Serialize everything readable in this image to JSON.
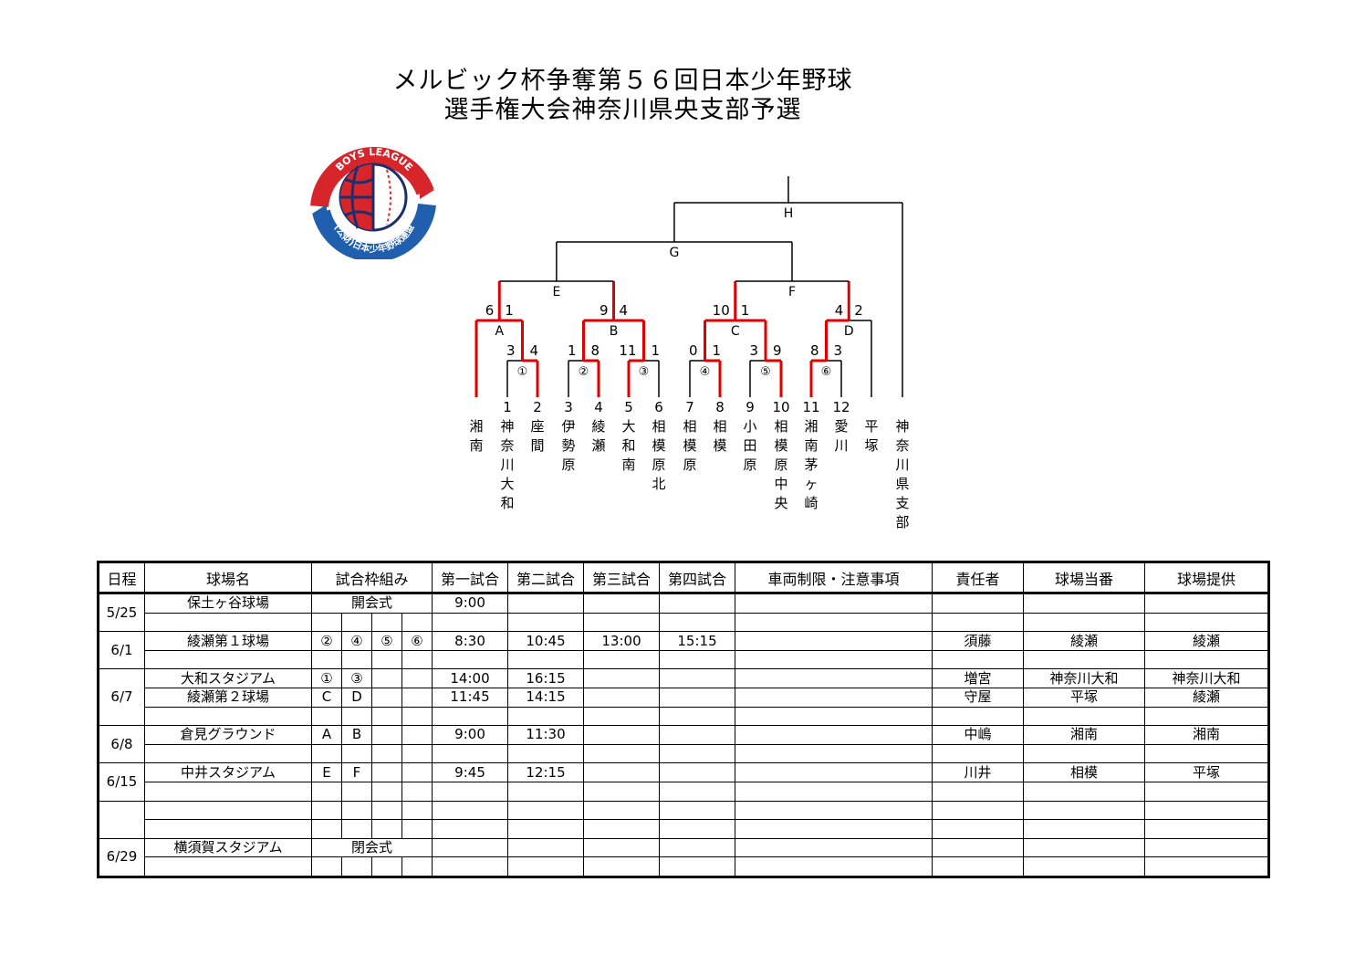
{
  "title": {
    "line1": "メルビック杯争奪第５６回日本少年野球",
    "line2": "選手権大会神奈川県央支部予選"
  },
  "logo": {
    "arc_text": "BOYS LEAGUE",
    "bottom_text": "(公財)日本少年野球連盟"
  },
  "bracket": {
    "teams": [
      {
        "seed": "",
        "name": "湘南"
      },
      {
        "seed": "1",
        "name": "神奈川大和"
      },
      {
        "seed": "2",
        "name": "座間"
      },
      {
        "seed": "3",
        "name": "伊勢原"
      },
      {
        "seed": "4",
        "name": "綾瀬"
      },
      {
        "seed": "5",
        "name": "大和南"
      },
      {
        "seed": "6",
        "name": "相模原北"
      },
      {
        "seed": "7",
        "name": "相模原"
      },
      {
        "seed": "8",
        "name": "相模"
      },
      {
        "seed": "9",
        "name": "小田原"
      },
      {
        "seed": "10",
        "name": "相模原中央"
      },
      {
        "seed": "11",
        "name": "湘南茅ヶ崎"
      },
      {
        "seed": "12",
        "name": "愛川"
      },
      {
        "seed": "",
        "name": "平塚"
      },
      {
        "seed": "",
        "name": "神奈川県支部"
      }
    ],
    "first_round": [
      {
        "label": "①",
        "score_left": "3",
        "score_right": "4"
      },
      {
        "label": "②",
        "score_left": "1",
        "score_right": "8"
      },
      {
        "label": "③",
        "score_left": "11",
        "score_right": "1"
      },
      {
        "label": "④",
        "score_left": "0",
        "score_right": "1"
      },
      {
        "label": "⑤",
        "score_left": "3",
        "score_right": "9"
      },
      {
        "label": "⑥",
        "score_left": "8",
        "score_right": "3"
      }
    ],
    "second_round": [
      {
        "label": "A",
        "score_left": "6",
        "score_right": "1"
      },
      {
        "label": "B",
        "score_left": "9",
        "score_right": "4"
      },
      {
        "label": "C",
        "score_left": "10",
        "score_right": "1"
      },
      {
        "label": "D",
        "score_left": "4",
        "score_right": "2"
      }
    ],
    "later_rounds": {
      "e": "E",
      "f": "F",
      "g": "G",
      "h": "H"
    }
  },
  "schedule": {
    "headers": [
      "日程",
      "球場名",
      "試合枠組み",
      "第一試合",
      "第二試合",
      "第三試合",
      "第四試合",
      "車両制限・注意事項",
      "責任者",
      "球場当番",
      "球場提供"
    ],
    "rows": [
      {
        "date": "5/25",
        "venue": "保土ヶ谷球場",
        "special": "開会式",
        "slots": [
          "",
          "",
          "",
          ""
        ],
        "games": [
          "9:00",
          "",
          "",
          ""
        ],
        "notes": "",
        "resp": "",
        "duty": "",
        "provider": ""
      },
      {
        "date": "",
        "venue": "",
        "special": "",
        "slots": [
          "",
          "",
          "",
          ""
        ],
        "games": [
          "",
          "",
          "",
          ""
        ],
        "notes": "",
        "resp": "",
        "duty": "",
        "provider": ""
      },
      {
        "date": "6/1",
        "venue": "綾瀬第１球場",
        "special": "",
        "slots": [
          "②",
          "④",
          "⑤",
          "⑥"
        ],
        "games": [
          "8:30",
          "10:45",
          "13:00",
          "15:15"
        ],
        "notes": "",
        "resp": "須藤",
        "duty": "綾瀬",
        "provider": "綾瀬"
      },
      {
        "date": "",
        "venue": "",
        "special": "",
        "slots": [
          "",
          "",
          "",
          ""
        ],
        "games": [
          "",
          "",
          "",
          ""
        ],
        "notes": "",
        "resp": "",
        "duty": "",
        "provider": ""
      },
      {
        "date": "6/7",
        "venue": "大和スタジアム",
        "special": "",
        "slots": [
          "①",
          "③",
          "",
          ""
        ],
        "games": [
          "14:00",
          "16:15",
          "",
          ""
        ],
        "notes": "",
        "resp": "増宮",
        "duty": "神奈川大和",
        "provider": "神奈川大和"
      },
      {
        "date": "",
        "venue": "綾瀬第２球場",
        "special": "",
        "slots": [
          "C",
          "D",
          "",
          ""
        ],
        "games": [
          "11:45",
          "14:15",
          "",
          ""
        ],
        "notes": "",
        "resp": "守屋",
        "duty": "平塚",
        "provider": "綾瀬"
      },
      {
        "date": "",
        "venue": "",
        "special": "",
        "slots": [
          "",
          "",
          "",
          ""
        ],
        "games": [
          "",
          "",
          "",
          ""
        ],
        "notes": "",
        "resp": "",
        "duty": "",
        "provider": ""
      },
      {
        "date": "6/8",
        "venue": "倉見グラウンド",
        "special": "",
        "slots": [
          "A",
          "B",
          "",
          ""
        ],
        "games": [
          "9:00",
          "11:30",
          "",
          ""
        ],
        "notes": "",
        "resp": "中嶋",
        "duty": "湘南",
        "provider": "湘南"
      },
      {
        "date": "",
        "venue": "",
        "special": "",
        "slots": [
          "",
          "",
          "",
          ""
        ],
        "games": [
          "",
          "",
          "",
          ""
        ],
        "notes": "",
        "resp": "",
        "duty": "",
        "provider": ""
      },
      {
        "date": "6/15",
        "venue": "中井スタジアム",
        "special": "",
        "slots": [
          "E",
          "F",
          "",
          ""
        ],
        "games": [
          "9:45",
          "12:15",
          "",
          ""
        ],
        "notes": "",
        "resp": "川井",
        "duty": "相模",
        "provider": "平塚"
      },
      {
        "date": "",
        "venue": "",
        "special": "",
        "slots": [
          "",
          "",
          "",
          ""
        ],
        "games": [
          "",
          "",
          "",
          ""
        ],
        "notes": "",
        "resp": "",
        "duty": "",
        "provider": ""
      },
      {
        "date": "",
        "venue": "",
        "special": "",
        "slots": [
          "",
          "",
          "",
          ""
        ],
        "games": [
          "",
          "",
          "",
          ""
        ],
        "notes": "",
        "resp": "",
        "duty": "",
        "provider": ""
      },
      {
        "date": "",
        "venue": "",
        "special": "",
        "slots": [
          "",
          "",
          "",
          ""
        ],
        "games": [
          "",
          "",
          "",
          ""
        ],
        "notes": "",
        "resp": "",
        "duty": "",
        "provider": ""
      },
      {
        "date": "6/29",
        "venue": "横須賀スタジアム",
        "special": "閉会式",
        "slots": [
          "",
          "",
          "",
          ""
        ],
        "games": [
          "",
          "",
          "",
          ""
        ],
        "notes": "",
        "resp": "",
        "duty": "",
        "provider": ""
      },
      {
        "date": "",
        "venue": "",
        "special": "",
        "slots": [
          "",
          "",
          "",
          ""
        ],
        "games": [
          "",
          "",
          "",
          ""
        ],
        "notes": "",
        "resp": "",
        "duty": "",
        "provider": ""
      }
    ]
  },
  "colors": {
    "winner_line": "#e00000",
    "line": "#000000",
    "logo_red": "#d7262b",
    "logo_blue": "#1f5fae",
    "logo_navy": "#1a2f6b"
  }
}
